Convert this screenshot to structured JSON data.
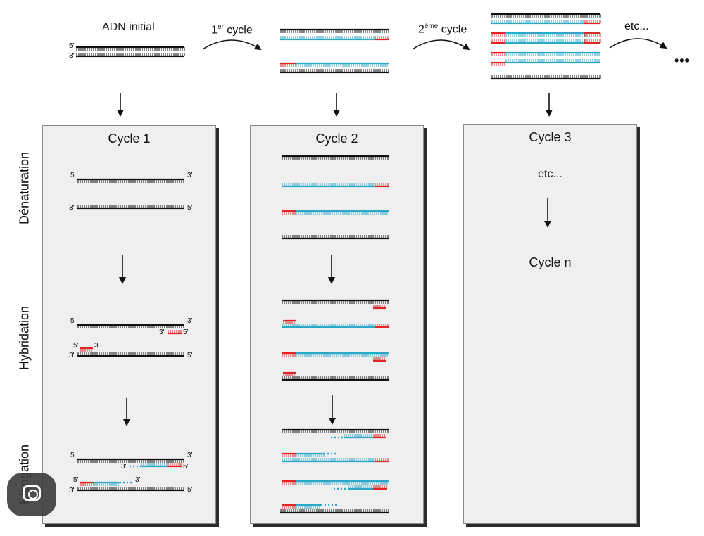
{
  "top": {
    "initial_label": "ADN initial",
    "cycle1_arrow": {
      "base": "1",
      "sup": "er",
      "rest": " cycle"
    },
    "cycle2_arrow": {
      "base": "2",
      "sup": "ème",
      "rest": " cycle"
    },
    "etc_arrow": "etc...",
    "ellipsis": "•••"
  },
  "ends": {
    "five": "5'",
    "three": "3'"
  },
  "panels": {
    "p1_title": "Cycle 1",
    "p2_title": "Cycle 2",
    "p3_title": "Cycle 3",
    "p3_etc": "etc...",
    "p3_final": "Cycle n"
  },
  "stages": {
    "denaturation": "Dénaturation",
    "hybridation": "Hybridation",
    "elongation": "Elongation"
  },
  "colors": {
    "template": "#111111",
    "new_strand": "#2aa7c9",
    "primer": "#e02626"
  }
}
